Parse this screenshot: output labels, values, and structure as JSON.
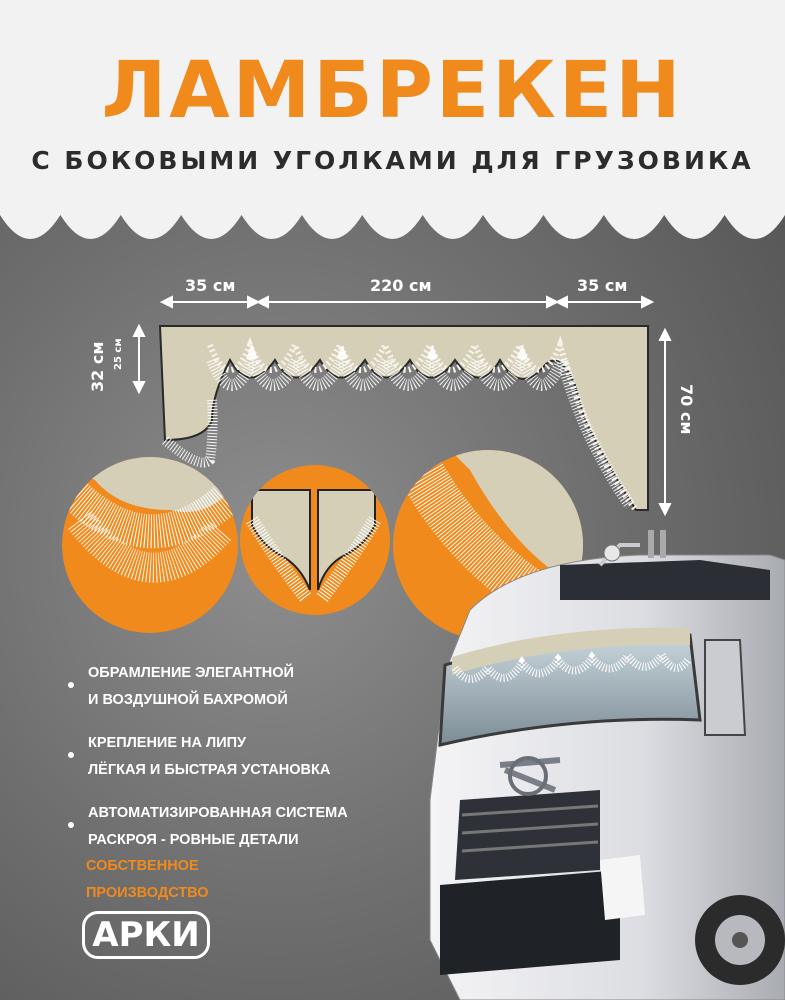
{
  "title": "ЛАМБРЕКЕН",
  "subtitle": "С БОКОВЫМИ УГОЛКАМИ ДЛЯ ГРУЗОВИКА",
  "dimensions": {
    "left_corner": "35 см",
    "center": "220 см",
    "right_corner": "35 см",
    "height_outer": "32 см",
    "height_inner": "25 см",
    "side_height": "70 см"
  },
  "features": [
    {
      "line1": "ОБРАМЛЕНИЕ ЭЛЕГАНТНОЙ",
      "line2": "И ВОЗДУШНОЙ БАХРОМОЙ"
    },
    {
      "line1": "КРЕПЛЕНИЕ НА ЛИПУ",
      "line2": "ЛЁГКАЯ И БЫСТРАЯ УСТАНОВКА"
    },
    {
      "line1": "АВТОМАТИЗИРОВАННАЯ СИСТЕМА",
      "line2": "РАСКРОЯ - РОВНЫЕ ДЕТАЛИ"
    }
  ],
  "own_production": {
    "line1": "СОБСТВЕННОЕ",
    "line2": "ПРОИЗВОДСТВО"
  },
  "brand": "АРКИ",
  "colors": {
    "accent": "#f08a1c",
    "fabric": "#d6cfb8",
    "top_band": "#f2f2f2",
    "background": "#6f6f6f"
  }
}
